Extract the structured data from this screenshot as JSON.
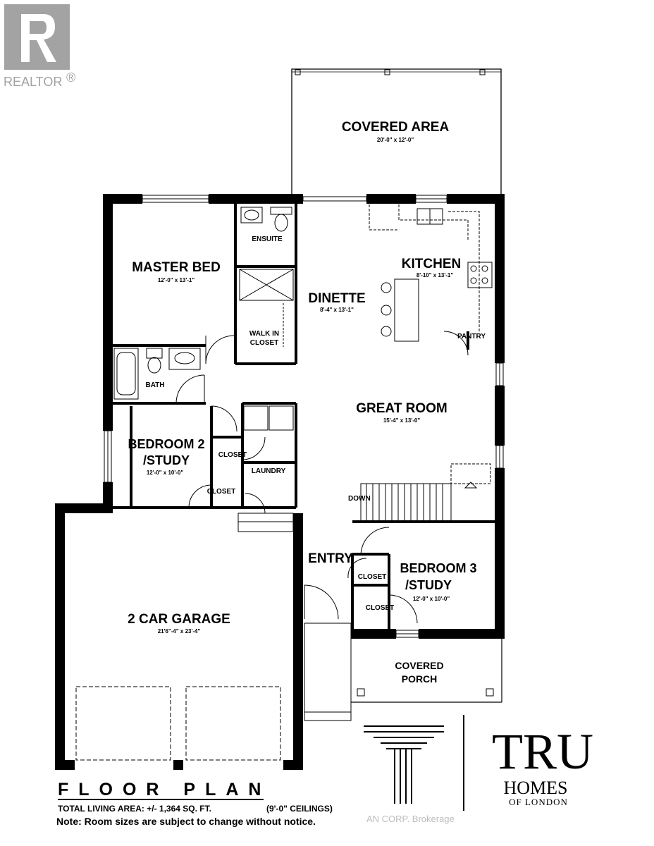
{
  "realtor_logo": {
    "label": "REALTOR",
    "mark": "®",
    "color": "#a3a3a3"
  },
  "rooms": {
    "covered_area": {
      "name": "COVERED AREA",
      "size": "20'-0\" x 12'-0\""
    },
    "master_bed": {
      "name": "MASTER BED",
      "size": "12'-0\" x 13'-1\""
    },
    "ensuite": {
      "name": "ENSUITE"
    },
    "walk_in_closet": {
      "name_line1": "WALK IN",
      "name_line2": "CLOSET"
    },
    "dinette": {
      "name": "DINETTE",
      "size": "8'-4\" x 13'-1\""
    },
    "kitchen": {
      "name": "KITCHEN",
      "size": "8'-10\" x 13'-1\""
    },
    "pantry": {
      "name": "PANTRY"
    },
    "bath": {
      "name": "BATH"
    },
    "great_room": {
      "name": "GREAT ROOM",
      "size": "15'-4\" x 13'-0\""
    },
    "bedroom_2": {
      "name_line1": "BEDROOM 2",
      "name_line2": "/STUDY",
      "size": "12'-0\" x 10'-0\""
    },
    "bedroom_2_closet_upper": {
      "name": "CLOSET"
    },
    "bedroom_2_closet_lower": {
      "name": "CLOSET"
    },
    "laundry": {
      "name": "LAUNDRY"
    },
    "stairs": {
      "name": "DOWN"
    },
    "entry": {
      "name": "ENTRY"
    },
    "bedroom_3": {
      "name_line1": "BEDROOM 3",
      "name_line2": "/STUDY",
      "size": "12'-0\" x 10'-0\""
    },
    "bedroom_3_closet_upper": {
      "name": "CLOSET"
    },
    "bedroom_3_closet_lower": {
      "name": "CLOSET"
    },
    "garage": {
      "name": "2 CAR GARAGE",
      "size": "21'6\"-4\" x 23'-4\""
    },
    "covered_porch": {
      "name_line1": "COVERED",
      "name_line2": "PORCH"
    }
  },
  "footer": {
    "title": "FLOOR PLAN",
    "living_area": "TOTAL LIVING AREA:  +/- 1,364 SQ. FT.",
    "ceilings": "(9'-0\" CEILINGS)",
    "note": "Note: Room sizes are subject to change without notice.",
    "watermark": "AN CORP. Brokerage"
  },
  "brand": {
    "name": "TRU",
    "line2": "HOMES",
    "line3": "OF LONDON"
  }
}
